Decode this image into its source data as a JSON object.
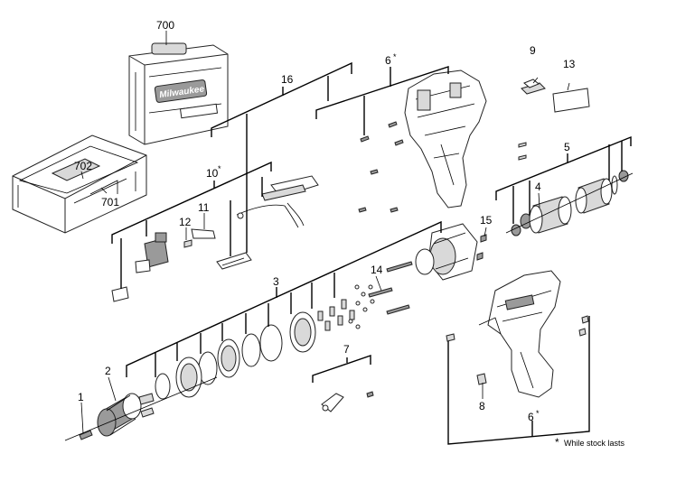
{
  "labels": {
    "p1": "1",
    "p2": "2",
    "p3": "3",
    "p4": "4",
    "p5": "5",
    "p6_top": "6",
    "p6_bottom": "6",
    "p7": "7",
    "p8": "8",
    "p9": "9",
    "p10": "10",
    "p11": "11",
    "p12": "12",
    "p13": "13",
    "p14": "14",
    "p15": "15",
    "p16": "16",
    "p700": "700",
    "p701": "701",
    "p702": "702",
    "asterisk": "*"
  },
  "footnote": {
    "star": "*",
    "text": "While stock lasts"
  },
  "case": {
    "brand": "Milwaukee"
  }
}
